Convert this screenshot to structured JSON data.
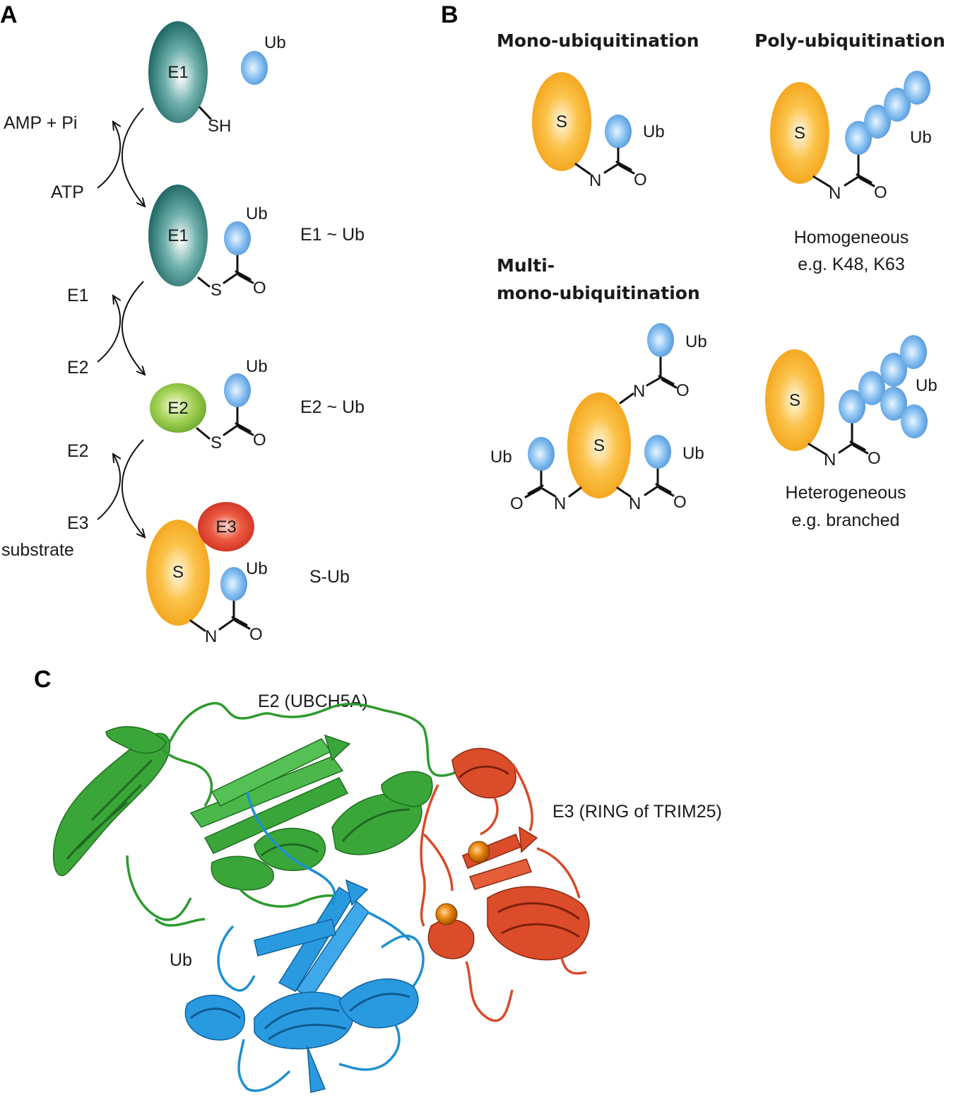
{
  "panels": {
    "a": "A",
    "b": "B",
    "c": "C"
  },
  "panel_a": {
    "e1": "E1",
    "e2": "E2",
    "e3": "E3",
    "s": "S",
    "ub": "Ub",
    "sh": "SH",
    "atom_s": "S",
    "atom_n": "N",
    "atom_o": "O",
    "amp_pi": "AMP + Pi",
    "atp": "ATP",
    "step2_out": "E1",
    "step2_in": "E2",
    "step3_out": "E2",
    "step3_in_1": "E3",
    "step3_in_2": "substrate",
    "label_e1ub": "E1 ~ Ub",
    "label_e2ub": "E2 ~ Ub",
    "label_sub": "S-Ub"
  },
  "panel_b": {
    "mono_title": "Mono-ubiquitination",
    "poly_title": "Poly-ubiquitination",
    "multi_title_1": "Multi-",
    "multi_title_2": "mono-ubiquitination",
    "homo_1": "Homogeneous",
    "homo_2": "e.g. K48, K63",
    "hetero_1": "Heterogeneous",
    "hetero_2": "e.g. branched",
    "s": "S",
    "ub": "Ub",
    "atom_n": "N",
    "atom_o": "O"
  },
  "panel_c": {
    "e2_label": "E2 (UBCH5A)",
    "e3_label": "E3 (RING of TRIM25)",
    "ub_label": "Ub"
  },
  "colors": {
    "e1": "#1f6e6a",
    "e2": "#8cc63f",
    "e3": "#e0372a",
    "substrate": "#f7a81b",
    "ub": "#6aaee8",
    "e2_ribbon": "#2e9a2e",
    "ub_ribbon": "#1e90d0",
    "e3_ribbon": "#d84a28",
    "zinc": "#e07a10"
  }
}
